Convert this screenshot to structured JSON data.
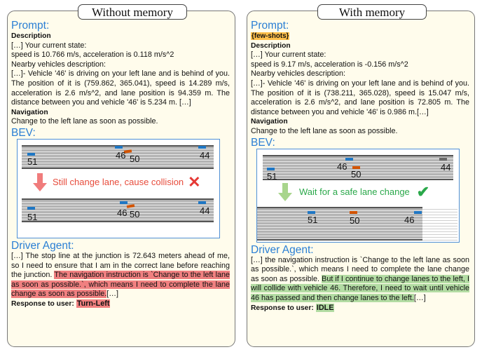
{
  "left": {
    "title": "Without memory",
    "prompt_label": "Prompt:",
    "description_label": "Description",
    "state_line": "[…] Your current state:",
    "speed_line": "speed is 10.766 m/s, acceleration is 0.118 m/s^2",
    "nearby_line": "Nearby vehicles description:",
    "vehicle_text": "[…]- Vehicle '46' is driving on your left lane and is behind of you. The position of it is (759.862, 365.041), speed is 14.289 m/s, acceleration is 2.6 m/s^2, and lane position is 94.359 m. The distance between you and vehicle '46' is 5.234 m. […]",
    "navigation_label": "Navigation",
    "navigation_text": "Change to the left lane as soon as possible.",
    "bev_label": "BEV:",
    "bev_top_labels": [
      "51",
      "46",
      "50",
      "44"
    ],
    "bev_bottom_labels": [
      "51",
      "46",
      "50",
      "44"
    ],
    "arrow_text": "Still change lane, cause collision",
    "agent_label": "Driver Agent:",
    "agent_plain": "[…] The stop line at the junction is 72.643 meters ahead of me, so I need to ensure that I am in the correct lane before reaching the junction. ",
    "agent_highlight": "The navigation instruction is `Change to the left lane as soon as possible.`, which means I need to complete the lane change as soon as possible.",
    "agent_tail": "[…]",
    "response_label": "Response to user:",
    "response_value": "Turn-Left"
  },
  "right": {
    "title": "With memory",
    "prompt_label": "Prompt:",
    "fewshots": "{few-shots}",
    "description_label": "Description",
    "state_line": "[…] Your current state:",
    "speed_line": "speed is 9.17 m/s, acceleration is -0.156 m/s^2",
    "nearby_line": "Nearby vehicles description:",
    "vehicle_text": "[…]- Vehicle '46' is driving on your left lane and is behind of you. The position of it is (738.211, 365.028), speed is 15.047 m/s, acceleration is 2.6 m/s^2, and lane position is 72.805 m. The distance between you and vehicle '46' is 0.986 m.[…]",
    "navigation_label": "Navigation",
    "navigation_text": "Change to the left lane as soon as possible.",
    "bev_label": "BEV:",
    "bev_top_labels": [
      "51",
      "46",
      "50",
      "44"
    ],
    "bev_bottom_labels": [
      "51",
      "50",
      "46"
    ],
    "arrow_text": "Wait for a safe lane change",
    "agent_label": "Driver Agent:",
    "agent_plain": "[…] the navigation instruction is `Change to the left lane as soon as possible.`, which means I need to complete the lane change as soon as possible. ",
    "agent_highlight": "But if I continue to change lanes to the left, I will collide with vehicle 46. Therefore, I need to wait until vehicle 46 has passed and then change lanes to the left.",
    "agent_tail": "[…]",
    "response_label": "Response to user:",
    "response_value": "IDLE"
  },
  "colors": {
    "section_blue": "#2a7fd4",
    "highlight_red": "#f08080",
    "highlight_green": "#b3dca3",
    "fewshots_orange": "#ffbf4a",
    "ego_orange": "#d35400",
    "vehicle_blue": "#1f77c4",
    "arrow_red": "#f07c7c",
    "arrow_green": "#a8d58c"
  }
}
